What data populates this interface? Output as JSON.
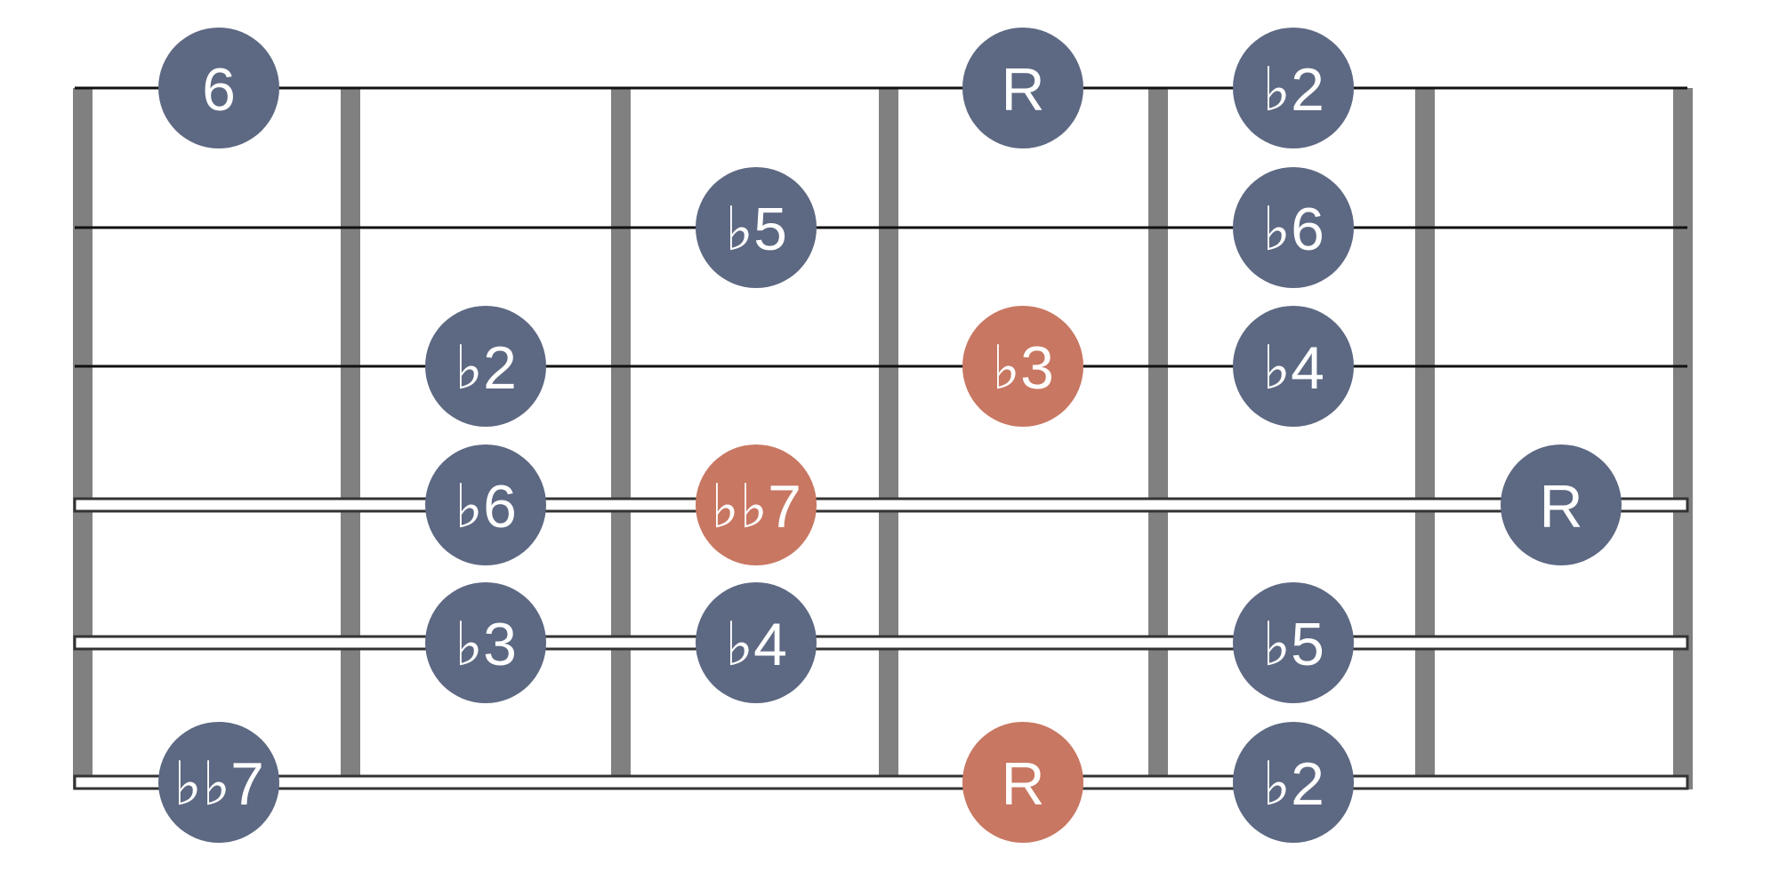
{
  "title": "Fretboard scale diagram",
  "colors": {
    "note": "#5d6882",
    "highlight": "#c87762",
    "fret": "#808080",
    "string": "#111111"
  },
  "strings": 6,
  "fret_columns": 6,
  "notes": [
    {
      "string": 1,
      "col": 0,
      "label": "6",
      "highlight": false
    },
    {
      "string": 1,
      "col": 3,
      "label": "R",
      "highlight": false
    },
    {
      "string": 1,
      "col": 4,
      "label": "♭2",
      "highlight": false
    },
    {
      "string": 2,
      "col": 2,
      "label": "♭5",
      "highlight": false
    },
    {
      "string": 2,
      "col": 4,
      "label": "♭6",
      "highlight": false
    },
    {
      "string": 3,
      "col": 1,
      "label": "♭2",
      "highlight": false
    },
    {
      "string": 3,
      "col": 3,
      "label": "♭3",
      "highlight": true
    },
    {
      "string": 3,
      "col": 4,
      "label": "♭4",
      "highlight": false
    },
    {
      "string": 4,
      "col": 1,
      "label": "♭6",
      "highlight": false
    },
    {
      "string": 4,
      "col": 2,
      "label": "♭♭7",
      "highlight": true
    },
    {
      "string": 4,
      "col": 5,
      "label": "R",
      "highlight": false
    },
    {
      "string": 5,
      "col": 1,
      "label": "♭3",
      "highlight": false
    },
    {
      "string": 5,
      "col": 2,
      "label": "♭4",
      "highlight": false
    },
    {
      "string": 5,
      "col": 4,
      "label": "♭5",
      "highlight": false
    },
    {
      "string": 6,
      "col": 0,
      "label": "♭♭7",
      "highlight": false
    },
    {
      "string": 6,
      "col": 3,
      "label": "R",
      "highlight": true
    },
    {
      "string": 6,
      "col": 4,
      "label": "♭2",
      "highlight": false
    }
  ]
}
